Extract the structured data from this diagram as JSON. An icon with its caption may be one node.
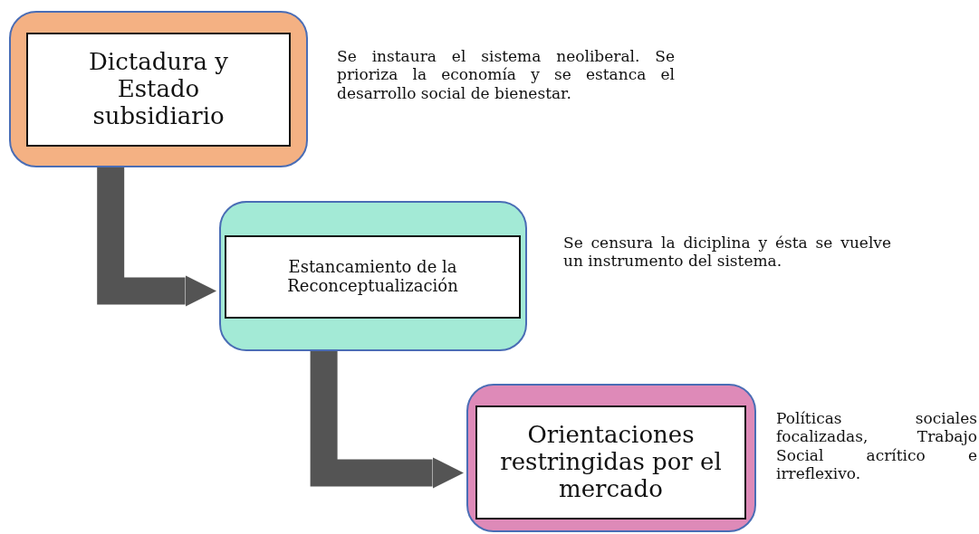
{
  "diagram": {
    "nodes": [
      {
        "text": [],
        "shape": "box"
      },
      {
        "text": [
          "Dictadura y Estado subsidiario"
        ],
        "in": 0,
        "beside": [
          "Se instaura el sistema neoliberal. Se prioriza la economía y se estanca el desarrollo social de bienestar."
        ]
      },
      {
        "text": [],
        "shape": "box"
      },
      {
        "text": [
          "Estancamiento de la Reconceptualización"
        ],
        "in": 2,
        "beside": [
          "Se censura la diciplina y ésta se vuelve un instrumento del sistema."
        ]
      },
      {
        "text": [],
        "shape": "box"
      },
      {
        "text": [
          "Orientaciones restringidas por el mercado"
        ],
        "in": 4,
        "beside": [
          "Políticas sociales focalizadas, Trabajo Social acrítico e irreflexivo."
        ]
      }
    ],
    "edges": [
      {
        "from": 0,
        "to": 2,
        "arrow": "to"
      },
      {
        "from": 2,
        "to": 4,
        "arrow": "to"
      }
    ]
  }
}
